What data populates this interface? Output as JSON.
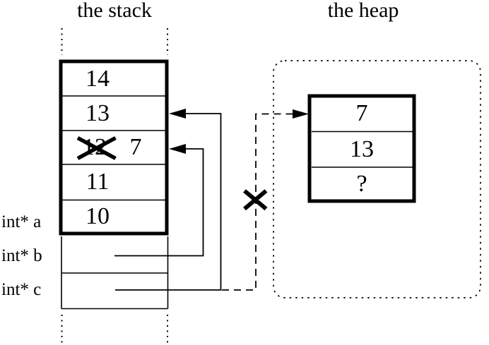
{
  "colors": {
    "ink": "#000000",
    "background": "#ffffff"
  },
  "stack": {
    "title": "the stack",
    "cells": [
      {
        "value": "14"
      },
      {
        "value": "13"
      },
      {
        "value": "12",
        "crossed_out": true,
        "overwrite_value": "7"
      },
      {
        "value": "11"
      },
      {
        "value": "10"
      }
    ],
    "pointer_labels": [
      {
        "label": "int* a"
      },
      {
        "label": "int* b"
      },
      {
        "label": "int* c"
      }
    ]
  },
  "heap": {
    "title": "the heap",
    "block_cells": [
      {
        "value": "7"
      },
      {
        "value": "13"
      },
      {
        "value": "?"
      }
    ]
  }
}
